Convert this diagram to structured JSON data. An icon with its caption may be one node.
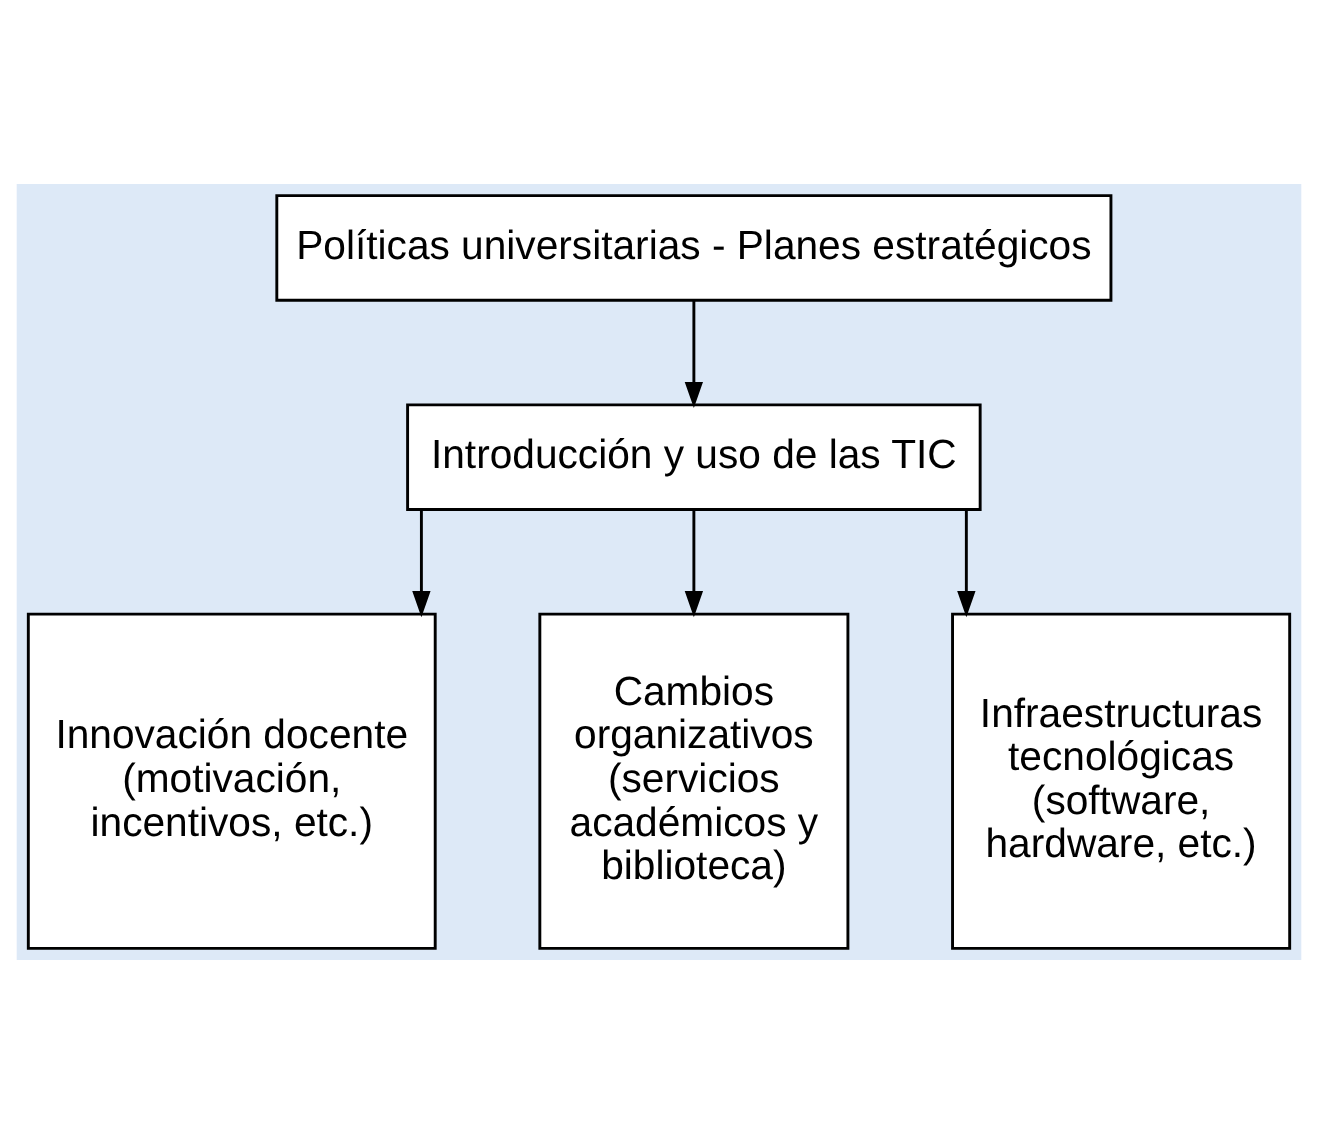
{
  "diagram": {
    "nodes": [
      {
        "text": [
          "Políticas universitarias - Planes estratégicos"
        ]
      },
      {
        "text": [
          "Introducción y uso de las TIC"
        ]
      },
      {
        "text": [
          "Innovación docente (motivación, incentivos, etc.)"
        ]
      },
      {
        "text": [
          "Cambios organizativos (servicios académicos y biblioteca)"
        ]
      },
      {
        "text": [
          "Infraestructuras tecnológicas (software, hardware, etc.)"
        ]
      }
    ],
    "edges": [
      {
        "from": 0,
        "to": 1,
        "arrow": "to"
      },
      {
        "from": 1,
        "to": 2,
        "arrow": "to"
      },
      {
        "from": 1,
        "to": 3,
        "arrow": "to"
      },
      {
        "from": 1,
        "to": 4,
        "arrow": "to"
      }
    ]
  }
}
